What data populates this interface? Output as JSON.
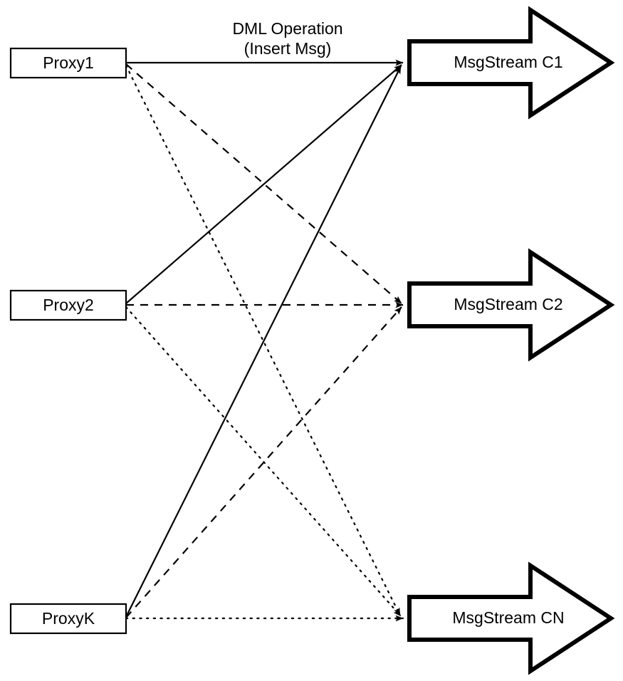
{
  "diagram": {
    "title": "Proxy to MsgStream routing",
    "background_color": "#ffffff",
    "stroke_color": "#000000",
    "proxies": [
      {
        "id": "proxy1",
        "label": "Proxy1"
      },
      {
        "id": "proxy2",
        "label": "Proxy2"
      },
      {
        "id": "proxyk",
        "label": "ProxyK"
      }
    ],
    "streams": [
      {
        "id": "c1",
        "label": "MsgStream C1"
      },
      {
        "id": "c2",
        "label": "MsgStream C2"
      },
      {
        "id": "cn",
        "label": "MsgStream CN"
      }
    ],
    "annotations": {
      "dml_line1": "DML Operation",
      "dml_line2": "(Insert Msg)"
    },
    "edges": [
      {
        "from": "Proxy1",
        "to": "MsgStream C1",
        "style": "solid"
      },
      {
        "from": "Proxy1",
        "to": "MsgStream C2",
        "style": "dashed"
      },
      {
        "from": "Proxy1",
        "to": "MsgStream CN",
        "style": "dotted"
      },
      {
        "from": "Proxy2",
        "to": "MsgStream C1",
        "style": "solid"
      },
      {
        "from": "Proxy2",
        "to": "MsgStream C2",
        "style": "dashed"
      },
      {
        "from": "Proxy2",
        "to": "MsgStream CN",
        "style": "dotted"
      },
      {
        "from": "ProxyK",
        "to": "MsgStream C1",
        "style": "solid"
      },
      {
        "from": "ProxyK",
        "to": "MsgStream C2",
        "style": "dashed"
      },
      {
        "from": "ProxyK",
        "to": "MsgStream CN",
        "style": "dotted"
      }
    ]
  }
}
